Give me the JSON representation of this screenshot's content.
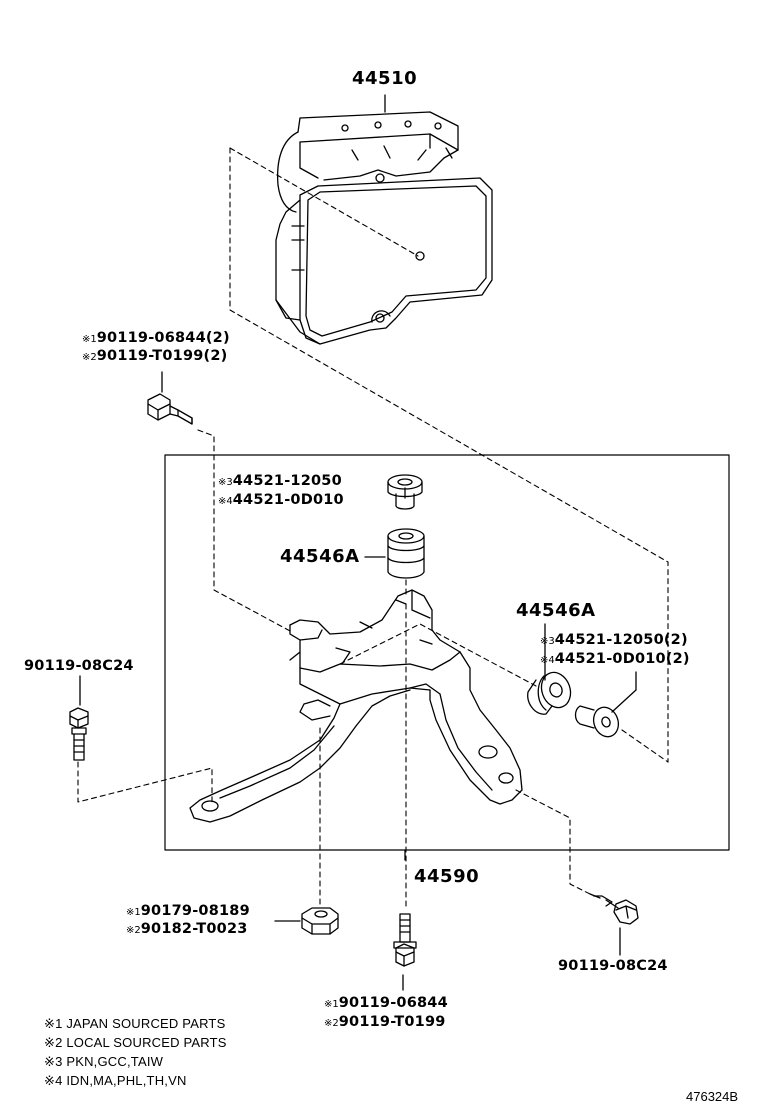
{
  "parts": {
    "abs_actuator": "44510",
    "bracket": "44590",
    "cushion_top": "44546A",
    "cushion_side": "44546A"
  },
  "labels": {
    "bolt_top": {
      "line1": {
        "mark": "※1",
        "text": "90119-06844(2)"
      },
      "line2": {
        "mark": "※2",
        "text": "90119-T0199(2)"
      }
    },
    "collar_top": {
      "line1": {
        "mark": "※3",
        "text": "44521-12050"
      },
      "line2": {
        "mark": "※4",
        "text": "44521-0D010"
      }
    },
    "collar_side": {
      "line1": {
        "mark": "※3",
        "text": "44521-12050(2)"
      },
      "line2": {
        "mark": "※4",
        "text": "44521-0D010(2)"
      }
    },
    "bolt_left": "90119-08C24",
    "nut_bottom": {
      "line1": {
        "mark": "※1",
        "text": "90179-08189"
      },
      "line2": {
        "mark": "※2",
        "text": "90182-T0023"
      }
    },
    "stud_bottom": {
      "line1": {
        "mark": "※1",
        "text": "90119-06844"
      },
      "line2": {
        "mark": "※2",
        "text": "90119-T0199"
      }
    },
    "bolt_right": "90119-08C24"
  },
  "notes": [
    "※1 JAPAN SOURCED PARTS",
    "※2 LOCAL SOURCED PARTS",
    "※3 PKN,GCC,TAIW",
    "※4 IDN,MA,PHL,TH,VN"
  ],
  "figure_ref": "476324B"
}
